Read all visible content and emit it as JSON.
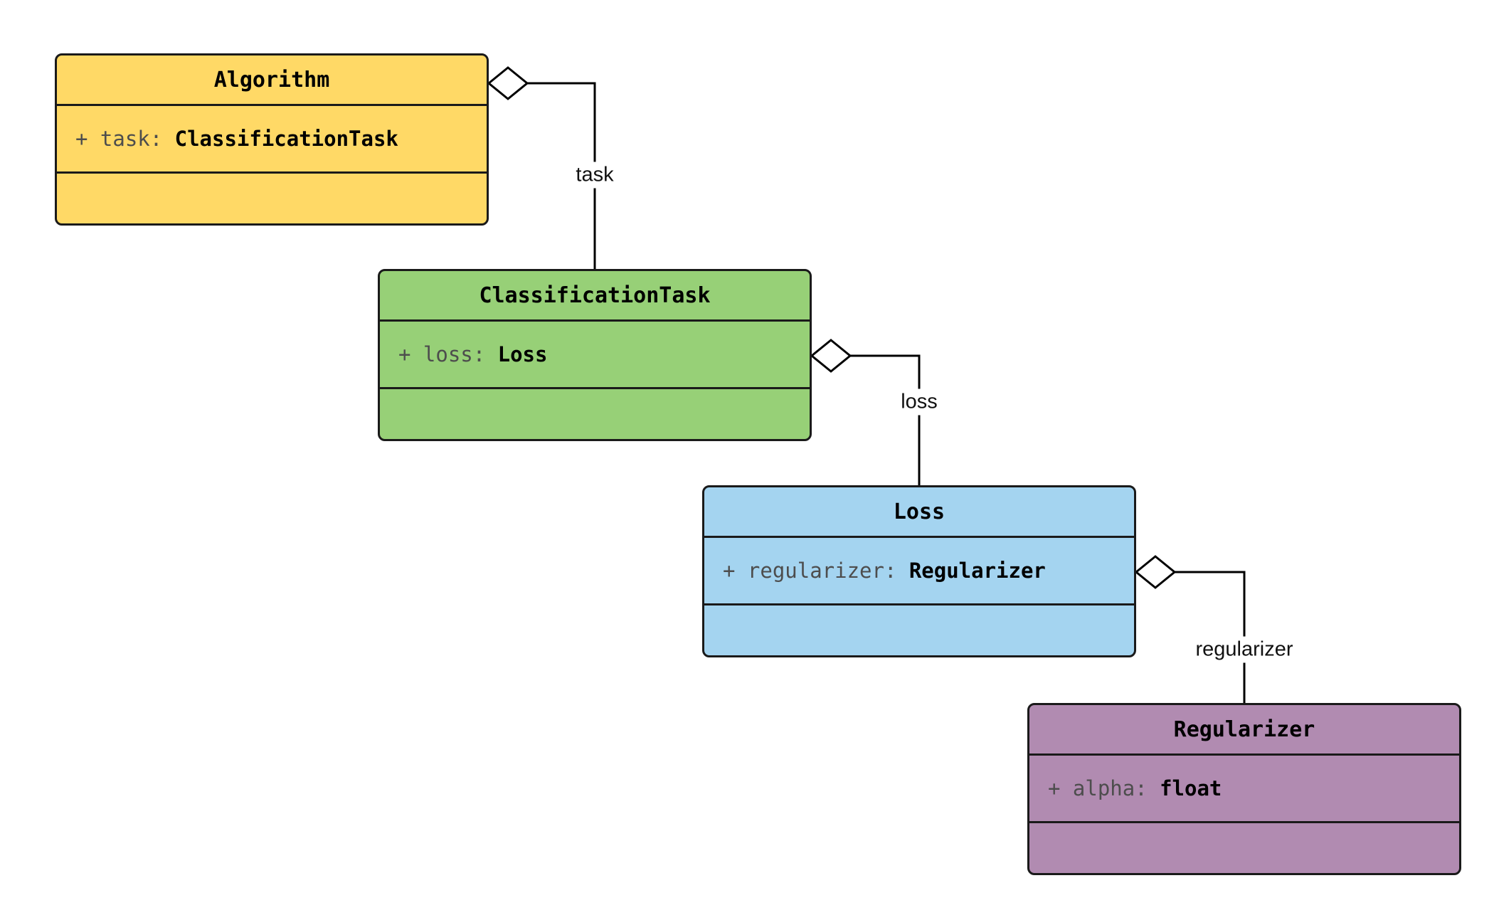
{
  "diagram": {
    "background": "#ffffff",
    "line_color": "#000000",
    "classes": [
      {
        "name": "Algorithm",
        "attribute": {
          "prefix": "+ task:",
          "type": "ClassificationTask"
        },
        "fill": "#ffd966",
        "border": "#1a1a1a"
      },
      {
        "name": "ClassificationTask",
        "attribute": {
          "prefix": "+ loss:",
          "type": "Loss"
        },
        "fill": "#97d077",
        "border": "#1a1a1a"
      },
      {
        "name": "Loss",
        "attribute": {
          "prefix": "+ regularizer:",
          "type": "Regularizer"
        },
        "fill": "#a4d4f0",
        "border": "#1a1a1a"
      },
      {
        "name": "Regularizer",
        "attribute": {
          "prefix": "+ alpha:",
          "type": "float"
        },
        "fill": "#b18bb1",
        "border": "#1a1a1a"
      }
    ],
    "connectors": [
      {
        "label": "task",
        "from": "Algorithm",
        "to": "ClassificationTask",
        "kind": "aggregation"
      },
      {
        "label": "loss",
        "from": "ClassificationTask",
        "to": "Loss",
        "kind": "aggregation"
      },
      {
        "label": "regularizer",
        "from": "Loss",
        "to": "Regularizer",
        "kind": "aggregation"
      }
    ]
  }
}
